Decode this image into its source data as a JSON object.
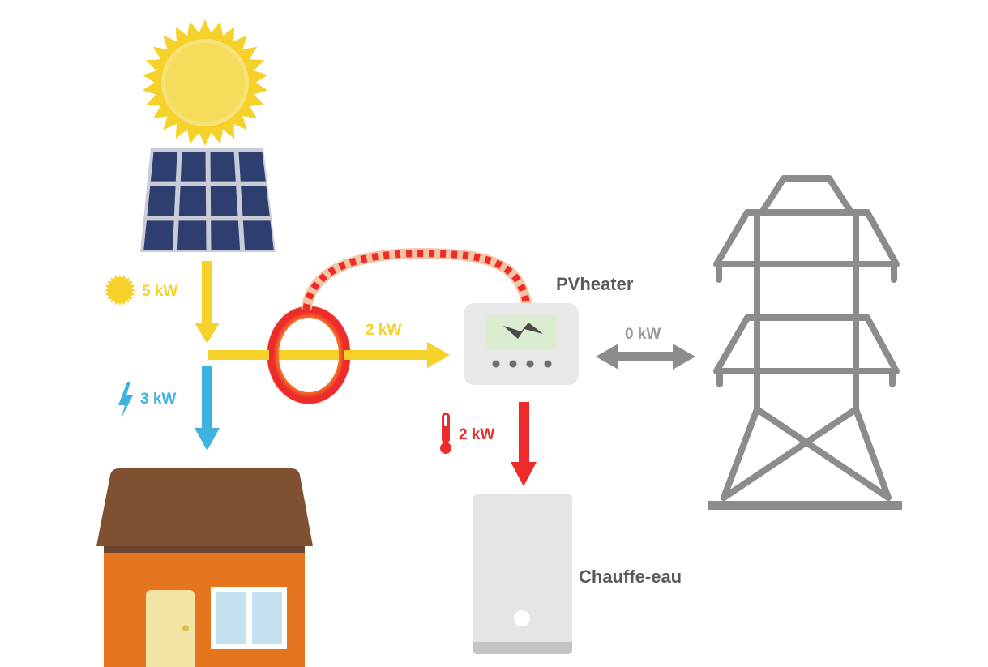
{
  "labels": {
    "solar_power": "5 kW",
    "house_power": "3 kW",
    "sensor_power": "2 kW",
    "grid_power": "0 kW",
    "heater_power": "2 kW",
    "pvheater": "PVheater",
    "water_heater": "Chauffe-eau"
  },
  "colors": {
    "solar": "#f5d12a",
    "house": "#3db3e0",
    "heater": "#ee2b2b",
    "grid": "#8c8c8c",
    "text_dark": "#5a5a5a",
    "roof": "#7f5131",
    "wall": "#e5761f",
    "panel": "#2e3e6e"
  },
  "icons": {
    "solar_label_icon": "sun-icon",
    "house_label_icon": "lightning-icon",
    "heater_label_icon": "thermometer-icon"
  }
}
